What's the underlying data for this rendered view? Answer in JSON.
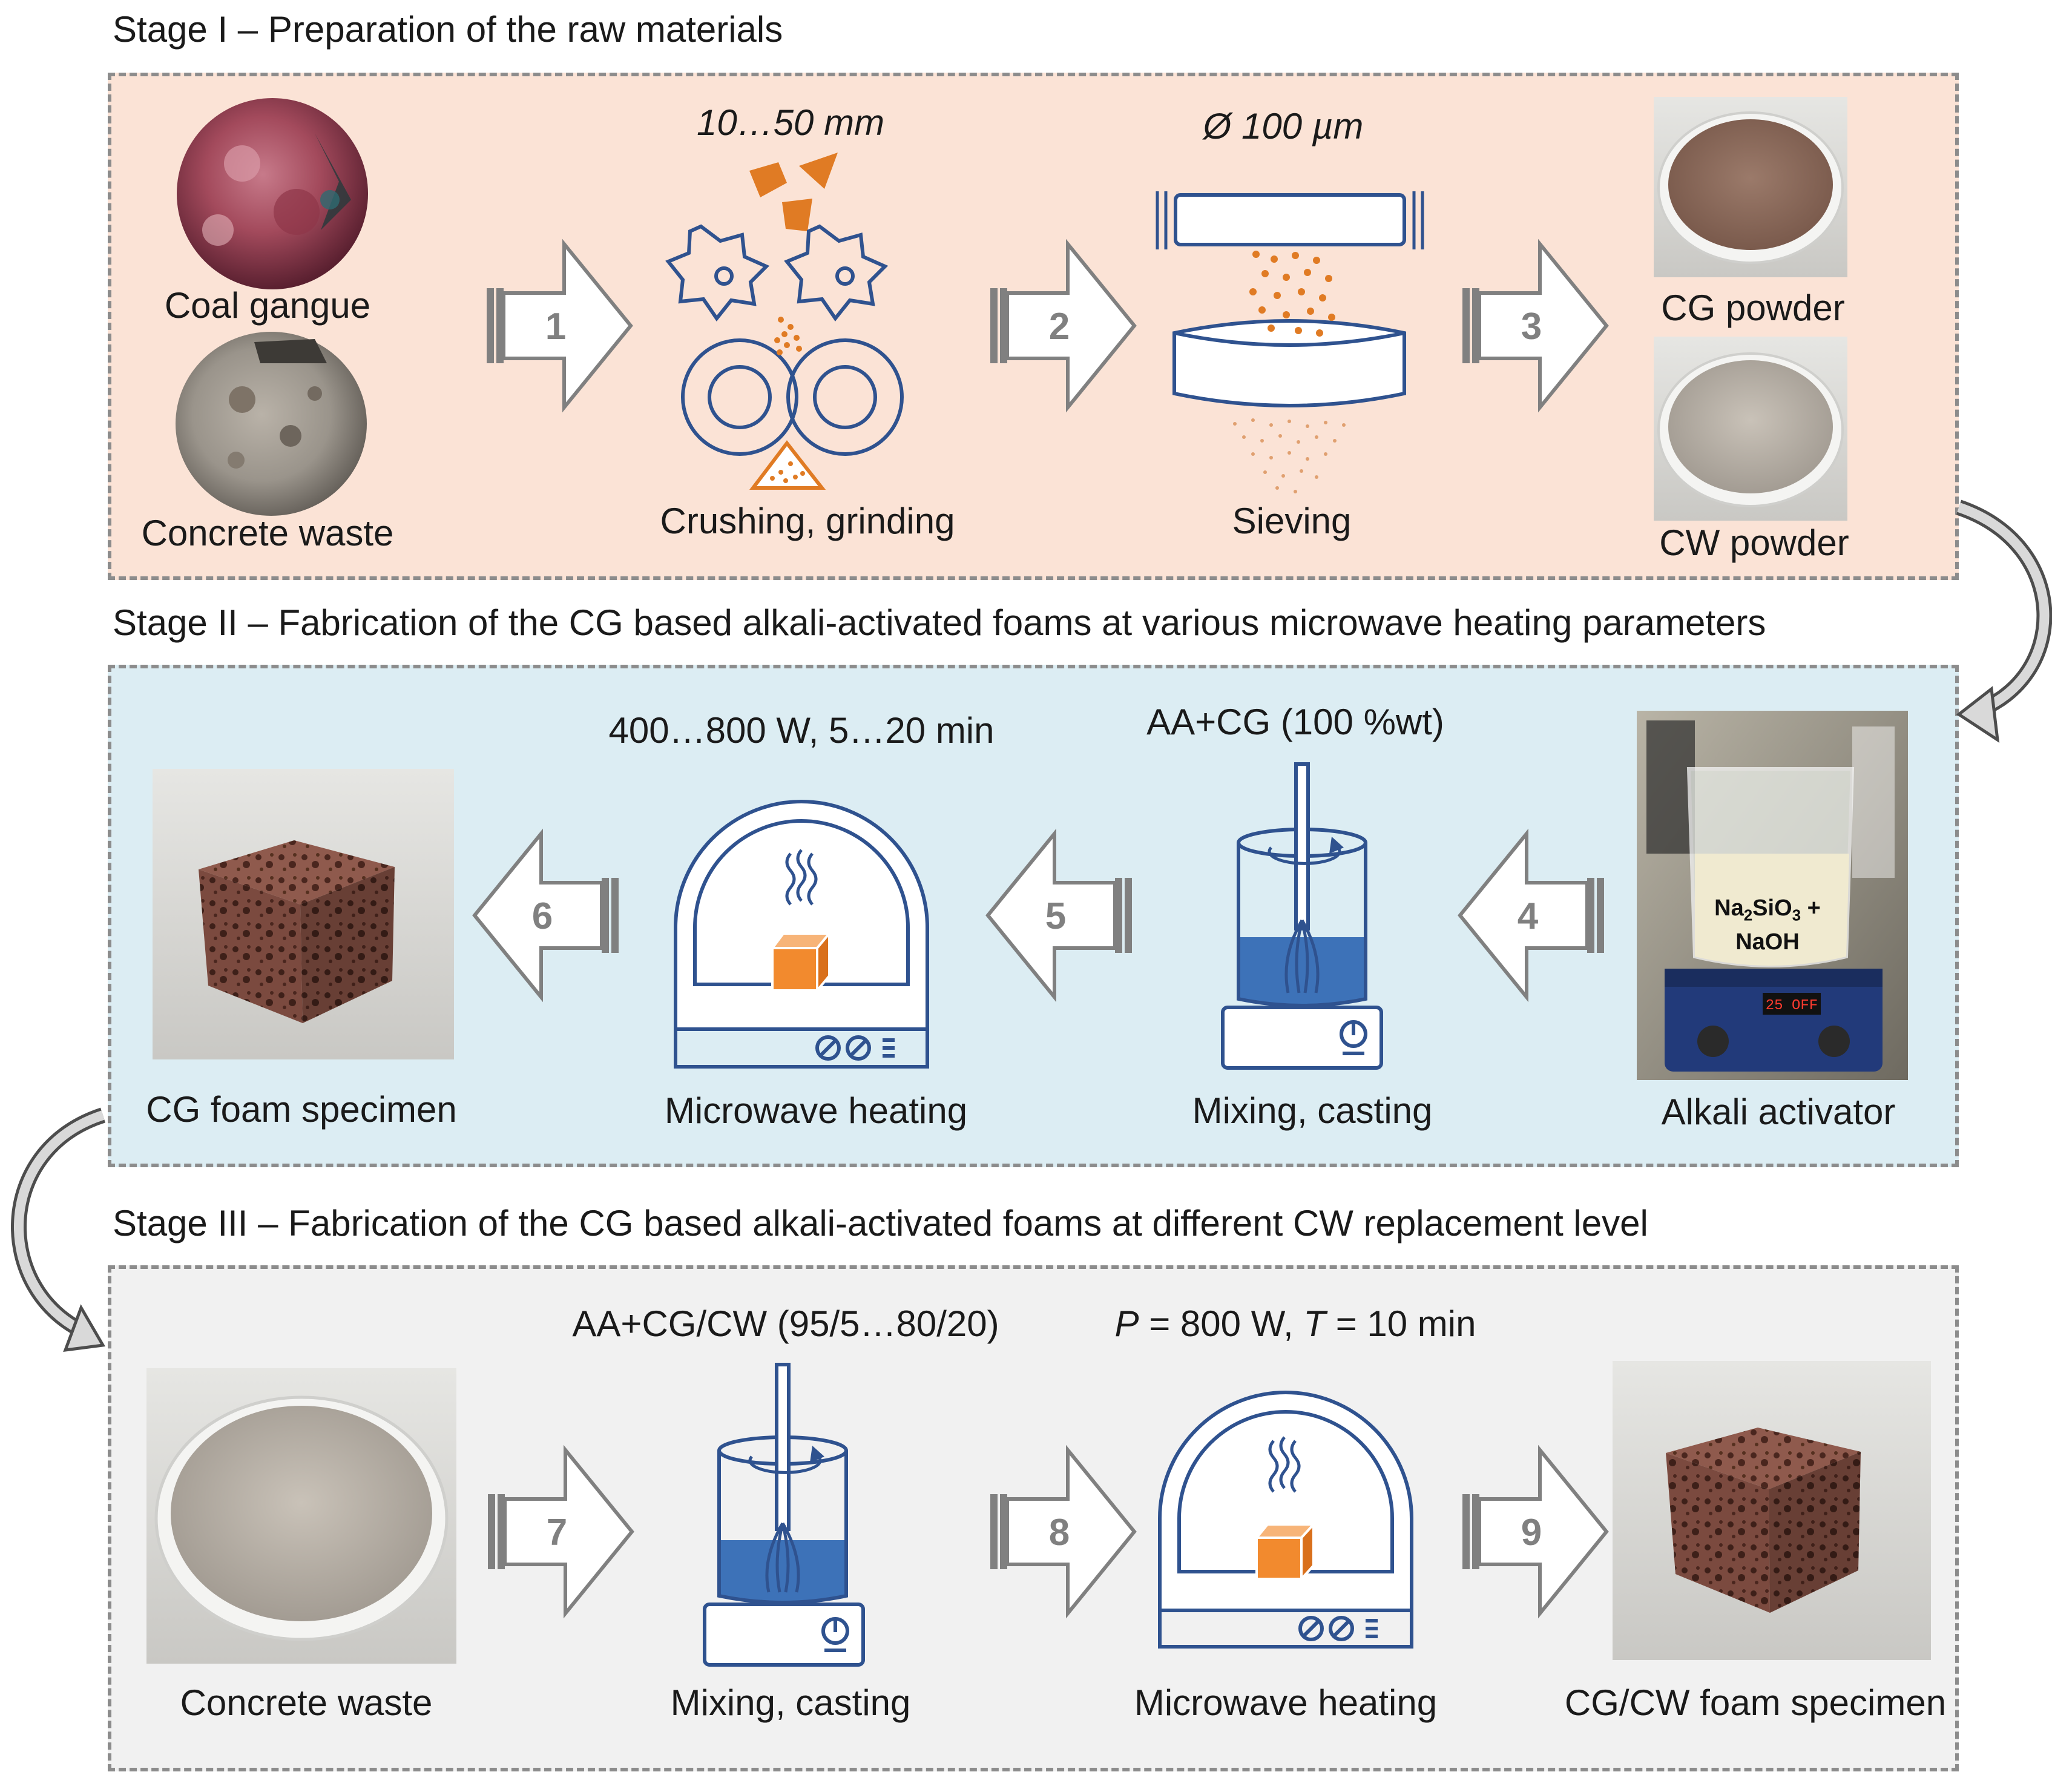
{
  "stage1": {
    "title": "Stage I – Preparation of the raw materials",
    "coal_gangue": "Coal gangue",
    "concrete_waste": "Concrete waste",
    "size_range": "10…50 mm",
    "crushing": "Crushing, grinding",
    "sieve_size": "Ø 100 µm",
    "sieving": "Sieving",
    "cg_powder": "CG powder",
    "cw_powder": "CW powder",
    "steps": [
      "1",
      "2",
      "3"
    ]
  },
  "stage2": {
    "title": "Stage II – Fabrication of the CG based alkali-activated foams at various microwave heating parameters",
    "microwave_params": "400…800 W, 5…20 min",
    "mix_formula": "AA+CG (100 %wt)",
    "foam_specimen": "CG foam specimen",
    "microwave": "Microwave heating",
    "mixing": "Mixing, casting",
    "activator": "Alkali activator",
    "activator_chem_1": "Na",
    "activator_chem_sub1": "2",
    "activator_chem_2": "SiO",
    "activator_chem_sub2": "3",
    "activator_chem_3": " +",
    "activator_chem_line2": "NaOH",
    "stirrer_display": "25  OFF",
    "steps": [
      "4",
      "5",
      "6"
    ]
  },
  "stage3": {
    "title": "Stage III – Fabrication of the CG based alkali-activated foams at different CW replacement level",
    "mix_formula": "AA+CG/CW (95/5…80/20)",
    "params_p": "P",
    "params_mid": " = 800 W, ",
    "params_t": "T",
    "params_end": " = 10 min",
    "concrete_waste": "Concrete waste",
    "mixing": "Mixing, casting",
    "microwave": "Microwave heating",
    "foam_specimen": "CG/CW foam specimen",
    "steps": [
      "7",
      "8",
      "9"
    ]
  },
  "colors": {
    "stage1_bg": "#fbe3d6",
    "stage2_bg": "#dcedf3",
    "stage3_bg": "#f1f1f1",
    "line_blue": "#2f528f",
    "orange": "#e07b24",
    "arrow_gray": "#808080"
  },
  "icons": [
    "crusher-icon",
    "sieve-icon",
    "microwave-icon",
    "mixer-icon",
    "block-arrow-icon",
    "curved-arrow-icon"
  ]
}
